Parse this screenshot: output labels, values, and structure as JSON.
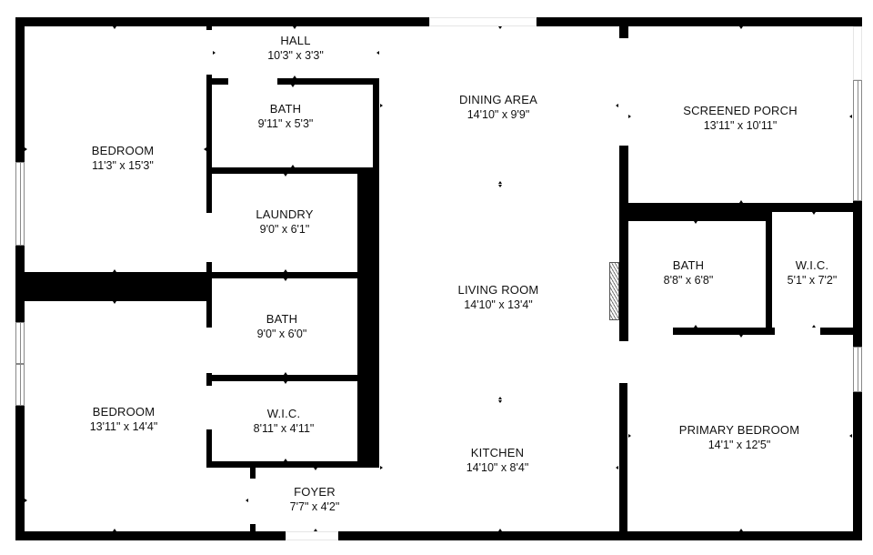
{
  "floor_plan": {
    "rooms": {
      "bedroom_1": {
        "name": "BEDROOM",
        "dims": "11'3\" x 15'3\""
      },
      "hall": {
        "name": "HALL",
        "dims": "10'3\" x 3'3\""
      },
      "bath_1": {
        "name": "BATH",
        "dims": "9'11\" x 5'3\""
      },
      "laundry": {
        "name": "LAUNDRY",
        "dims": "9'0\" x 6'1\""
      },
      "bath_2": {
        "name": "BATH",
        "dims": "9'0\" x 6'0\""
      },
      "wic_1": {
        "name": "W.I.C.",
        "dims": "8'11\" x 4'11\""
      },
      "bedroom_2": {
        "name": "BEDROOM",
        "dims": "13'11\" x 14'4\""
      },
      "foyer": {
        "name": "FOYER",
        "dims": "7'7\" x 4'2\""
      },
      "dining_area": {
        "name": "DINING AREA",
        "dims": "14'10\" x 9'9\""
      },
      "living_room": {
        "name": "LIVING ROOM",
        "dims": "14'10\" x 13'4\""
      },
      "kitchen": {
        "name": "KITCHEN",
        "dims": "14'10\" x 8'4\""
      },
      "screened_porch": {
        "name": "SCREENED PORCH",
        "dims": "13'11\" x 10'11\""
      },
      "bath_3": {
        "name": "BATH",
        "dims": "8'8\" x 6'8\""
      },
      "wic_2": {
        "name": "W.I.C.",
        "dims": "5'1\" x 7'2\""
      },
      "primary_bedroom": {
        "name": "PRIMARY BEDROOM",
        "dims": "14'1\" x 12'5\""
      }
    },
    "colors": {
      "wall": "#000000",
      "background": "#ffffff",
      "text": "#111111"
    }
  }
}
